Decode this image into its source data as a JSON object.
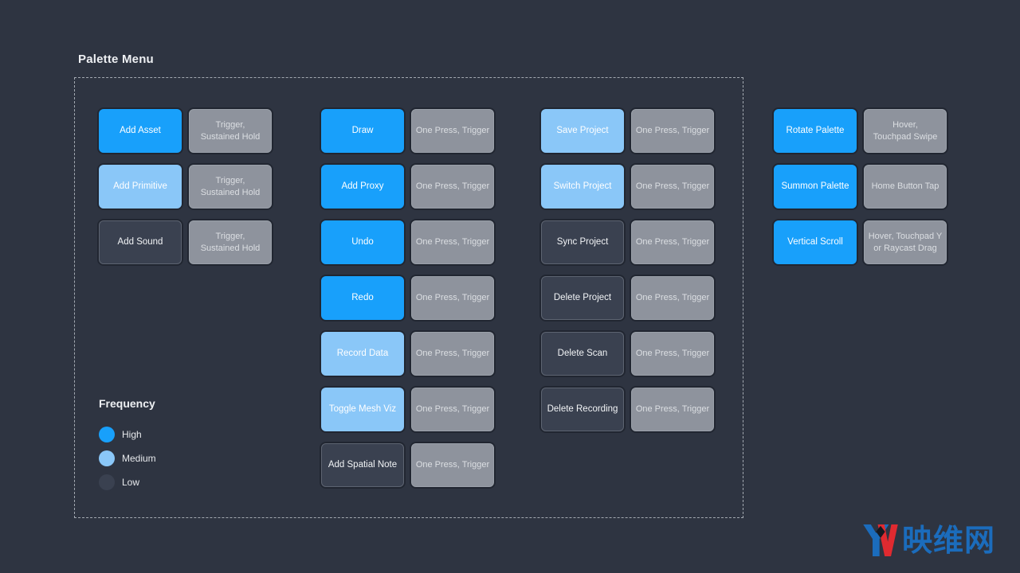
{
  "title": "Palette Menu",
  "colors": {
    "background": "#2e3441",
    "frequency_high": "#18a0fb",
    "frequency_medium": "#8ac7f8",
    "frequency_low": "#3a4150",
    "trigger_chip": "#8e939d",
    "logo_blue": "#1b6cbc",
    "logo_red": "#e02a30"
  },
  "legend": {
    "heading": "Frequency",
    "items": [
      {
        "label": "High",
        "level": "high",
        "color": "#18a0fb"
      },
      {
        "label": "Medium",
        "level": "medium",
        "color": "#8ac7f8"
      },
      {
        "label": "Low",
        "level": "low",
        "color": "#3a4150"
      }
    ]
  },
  "columns": [
    {
      "id": "assets",
      "rows": [
        {
          "action": "Add Asset",
          "frequency": "high",
          "trigger": "Trigger,\nSustained Hold"
        },
        {
          "action": "Add Primitive",
          "frequency": "medium",
          "trigger": "Trigger,\nSustained Hold"
        },
        {
          "action": "Add Sound",
          "frequency": "low",
          "trigger": "Trigger,\nSustained Hold"
        }
      ]
    },
    {
      "id": "tools",
      "rows": [
        {
          "action": "Draw",
          "frequency": "high",
          "trigger": "One Press, Trigger"
        },
        {
          "action": "Add Proxy",
          "frequency": "high",
          "trigger": "One Press, Trigger"
        },
        {
          "action": "Undo",
          "frequency": "high",
          "trigger": "One Press, Trigger"
        },
        {
          "action": "Redo",
          "frequency": "high",
          "trigger": "One Press, Trigger"
        },
        {
          "action": "Record Data",
          "frequency": "medium",
          "trigger": "One Press, Trigger"
        },
        {
          "action": "Toggle Mesh Viz",
          "frequency": "medium",
          "trigger": "One Press, Trigger"
        },
        {
          "action": "Add Spatial Note",
          "frequency": "low",
          "trigger": "One Press, Trigger"
        }
      ]
    },
    {
      "id": "project",
      "rows": [
        {
          "action": "Save Project",
          "frequency": "medium",
          "trigger": "One Press, Trigger"
        },
        {
          "action": "Switch Project",
          "frequency": "medium",
          "trigger": "One Press, Trigger"
        },
        {
          "action": "Sync Project",
          "frequency": "low",
          "trigger": "One Press, Trigger"
        },
        {
          "action": "Delete Project",
          "frequency": "low",
          "trigger": "One Press, Trigger"
        },
        {
          "action": "Delete Scan",
          "frequency": "low",
          "trigger": "One Press, Trigger"
        },
        {
          "action": "Delete Recording",
          "frequency": "low",
          "trigger": "One Press, Trigger"
        }
      ]
    },
    {
      "id": "palette-gestures",
      "rows": [
        {
          "action": "Rotate Palette",
          "frequency": "high",
          "trigger": "Hover,\nTouchpad Swipe"
        },
        {
          "action": "Summon Palette",
          "frequency": "high",
          "trigger": "Home Button Tap"
        },
        {
          "action": "Vertical Scroll",
          "frequency": "high",
          "trigger": "Hover, Touchpad Y\nor Raycast Drag"
        }
      ]
    }
  ],
  "watermark": {
    "text": "映维网"
  }
}
